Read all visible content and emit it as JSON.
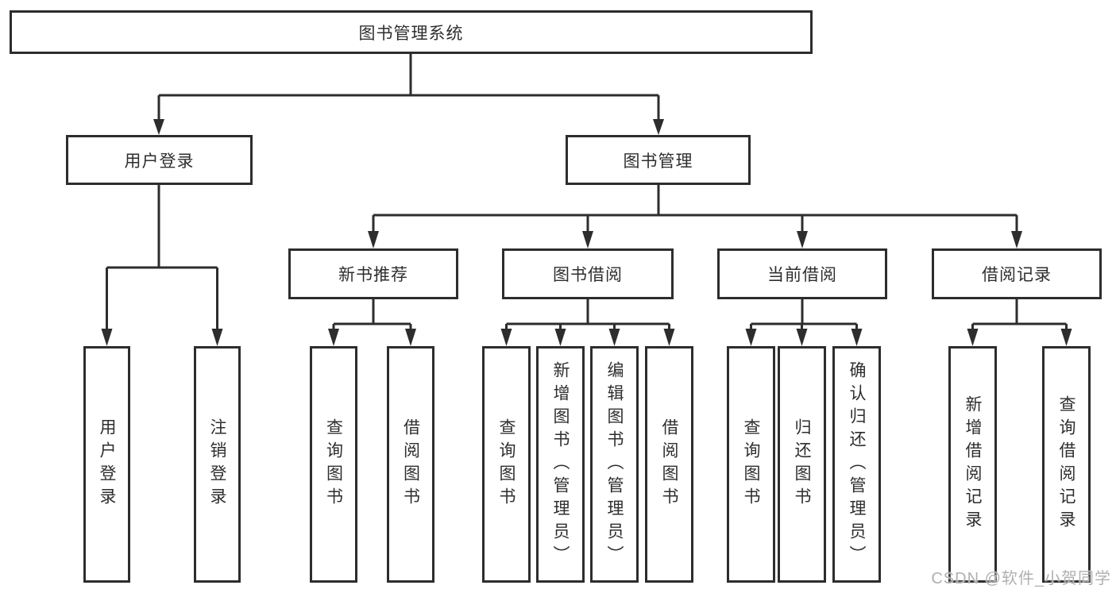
{
  "tree": {
    "label": "图书管理系统",
    "children": [
      {
        "label": "用户登录",
        "children": [
          {
            "label": "用户登录"
          },
          {
            "label": "注销登录"
          }
        ]
      },
      {
        "label": "图书管理",
        "children": [
          {
            "label": "新书推荐",
            "children": [
              {
                "label": "查询图书"
              },
              {
                "label": "借阅图书"
              }
            ]
          },
          {
            "label": "图书借阅",
            "children": [
              {
                "label": "查询图书"
              },
              {
                "label": "新增图书（管理员）"
              },
              {
                "label": "编辑图书（管理员）"
              },
              {
                "label": "借阅图书"
              }
            ]
          },
          {
            "label": "当前借阅",
            "children": [
              {
                "label": "查询图书"
              },
              {
                "label": "归还图书"
              },
              {
                "label": "确认归还（管理员）"
              }
            ]
          },
          {
            "label": "借阅记录",
            "children": [
              {
                "label": "新增借阅记录"
              },
              {
                "label": "查询借阅记录"
              }
            ]
          }
        ]
      }
    ]
  },
  "watermark": {
    "text": "CSDN @软件_小贺同学"
  },
  "colors": {
    "line": "#2d2d2d",
    "box_border": "#2d2d2d",
    "box_background": "#ffffff",
    "text": "#2e2e2e",
    "watermark_text": "#b0b0b0"
  }
}
